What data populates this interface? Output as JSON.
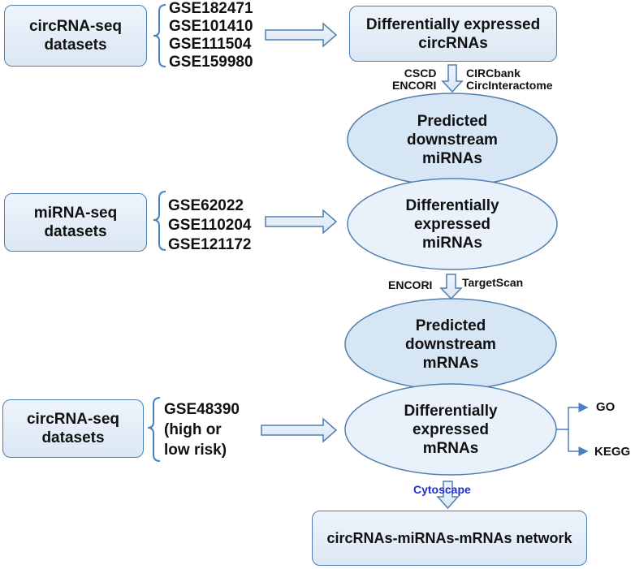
{
  "inputs": {
    "circ1": {
      "title": "circRNA-seq\ndatasets",
      "datasets": [
        "GSE182471",
        "GSE101410",
        "GSE111504",
        "GSE159980"
      ]
    },
    "mirna": {
      "title": "miRNA-seq\ndatasets",
      "datasets": [
        "GSE62022",
        "GSE110204",
        "GSE121172"
      ]
    },
    "circ2": {
      "title": "circRNA-seq\ndatasets",
      "datasets": [
        "GSE48390",
        "(high or",
        "low risk)"
      ]
    }
  },
  "nodes": {
    "de_circ": "Differentially expressed\ncircRNAs",
    "pred_mirna": "Predicted\ndownstream\nmiRNAs",
    "de_mirna": "Differentially\nexpressed\nmiRNAs",
    "pred_mrna": "Predicted\ndownstream\nmRNAs",
    "de_mrna": "Differentially\nexpressed\nmRNAs",
    "network": "circRNAs-miRNAs-mRNAs network"
  },
  "tools": {
    "step1_left": [
      "CSCD",
      "ENCORI"
    ],
    "step1_right": [
      "CIRCbank",
      "CircInteractome"
    ],
    "step2_left": "ENCORI",
    "step2_right": "TargetScan",
    "step3": "Cytoscape"
  },
  "enrichment": [
    "GO",
    "KEGG"
  ],
  "colors": {
    "border": "#4f7eaf",
    "fill_top": "#eef4fb",
    "fill_bottom": "#dbe7f4",
    "cytoscape": "#1f2fd0",
    "arrow": "#4a7fc0"
  }
}
